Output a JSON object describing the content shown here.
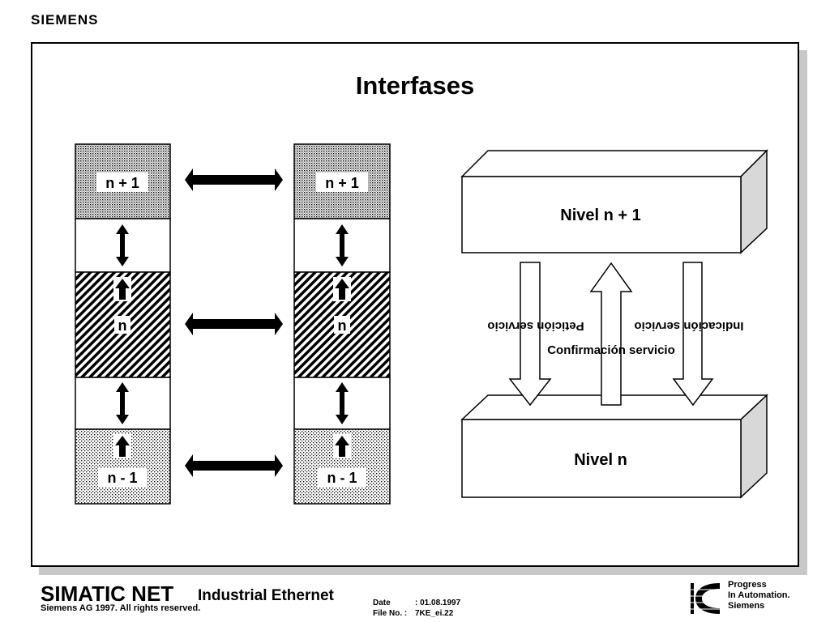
{
  "header": {
    "brand": "SIEMENS"
  },
  "slide": {
    "title": "Interfases",
    "stack_left": {
      "top_label": "n + 1",
      "middle_label": "n",
      "bottom_label": "n - 1"
    },
    "stack_right": {
      "top_label": "n + 1",
      "middle_label": "n",
      "bottom_label": "n - 1"
    },
    "levels": {
      "upper": "Nivel n + 1",
      "lower": "Nivel n",
      "request": "Petición servicio",
      "indication": "Indicación servicio",
      "confirmation": "Confirmación servicio"
    }
  },
  "footer": {
    "product": "SIMATIC NET",
    "subtitle": "Industrial Ethernet",
    "copyright": "Siemens AG 1997. All rights reserved.",
    "date_label": "Date",
    "date_value": ": 01.08.1997",
    "file_label": "File No. :",
    "file_value": "7KE_ei.22",
    "slogan": [
      "Progress",
      "In Automation.",
      "Siemens"
    ]
  },
  "colors": {
    "background": "#ffffff",
    "ink": "#000000",
    "shadow": "#c8c8c8",
    "block_side": "#d8d8d8"
  }
}
